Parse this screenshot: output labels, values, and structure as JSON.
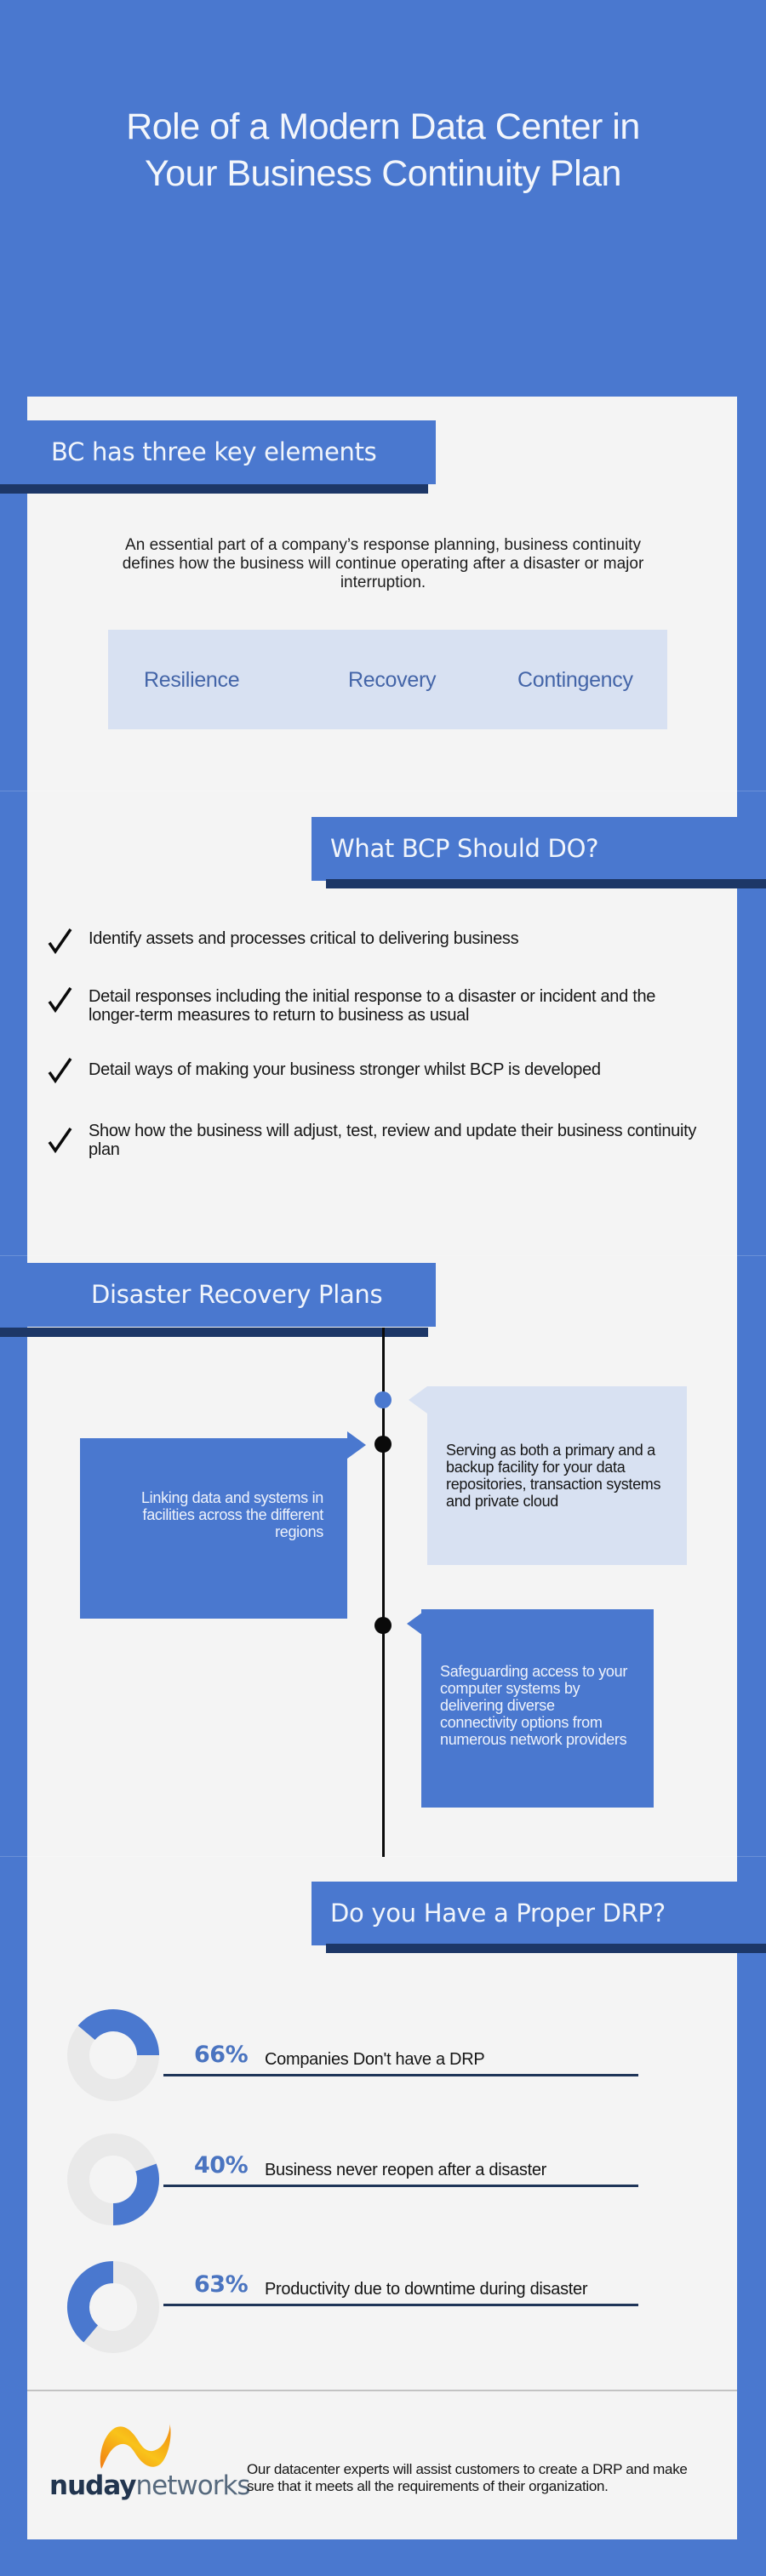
{
  "title": {
    "line1": "Role of a Modern Data Center in",
    "line2": "Your Business Continuity Plan"
  },
  "colors": {
    "brand_blue": "#4a78cf",
    "dark_navy": "#1d3767",
    "light_blue": "#d8e1f2",
    "panel_bg": "#f4f4f4",
    "donut_track": "#e9e9e9",
    "logo_orange": "#f59a12"
  },
  "bc_section": {
    "heading": "BC has three key elements",
    "intro": "An essential part of a company’s response planning, business continuity defines how the business will continue operating after a disaster or major interruption.",
    "elements": [
      "Resilience",
      "Recovery",
      "Contingency"
    ]
  },
  "bcp_section": {
    "heading": "What BCP Should DO?",
    "items": [
      {
        "icon": "checkmark-icon",
        "text": "Identify assets and processes critical to delivering business"
      },
      {
        "icon": "checkmark-icon",
        "text": "Detail responses including the initial response to a disaster or incident and the longer-term measures to return to business as usual"
      },
      {
        "icon": "checkmark-icon",
        "text": "Detail ways of making your business stronger whilst BCP is developed"
      },
      {
        "icon": "checkmark-icon",
        "text": "Show how the business will adjust, test, review and update their business continuity plan"
      }
    ]
  },
  "drp_section": {
    "heading": "Disaster Recovery Plans",
    "cards": [
      {
        "text": "Serving as both a primary and a backup facility for your data repositories, transaction systems and private cloud"
      },
      {
        "text": "Linking data and systems in facilities across the different regions"
      },
      {
        "text": "Safeguarding access to your computer systems by delivering diverse connectivity options from numerous network providers"
      }
    ]
  },
  "stats_section": {
    "heading": "Do you Have a Proper DRP?",
    "stats": [
      {
        "value": "66%",
        "label": "Companies Don't have a DRP",
        "arc_start_deg": -50,
        "arc_end_deg": 90
      },
      {
        "value": "40%",
        "label": "Business never reopen after a disaster",
        "arc_start_deg": 70,
        "arc_end_deg": 180
      },
      {
        "value": "63%",
        "label": "Productivity due to downtime during disaster",
        "arc_start_deg": 220,
        "arc_end_deg": 360
      }
    ]
  },
  "footer": {
    "logo_bold": "nuday",
    "logo_light": "networks",
    "text": "Our datacenter experts will assist customers to create a DRP and make sure that it meets all the requirements of their organization."
  }
}
